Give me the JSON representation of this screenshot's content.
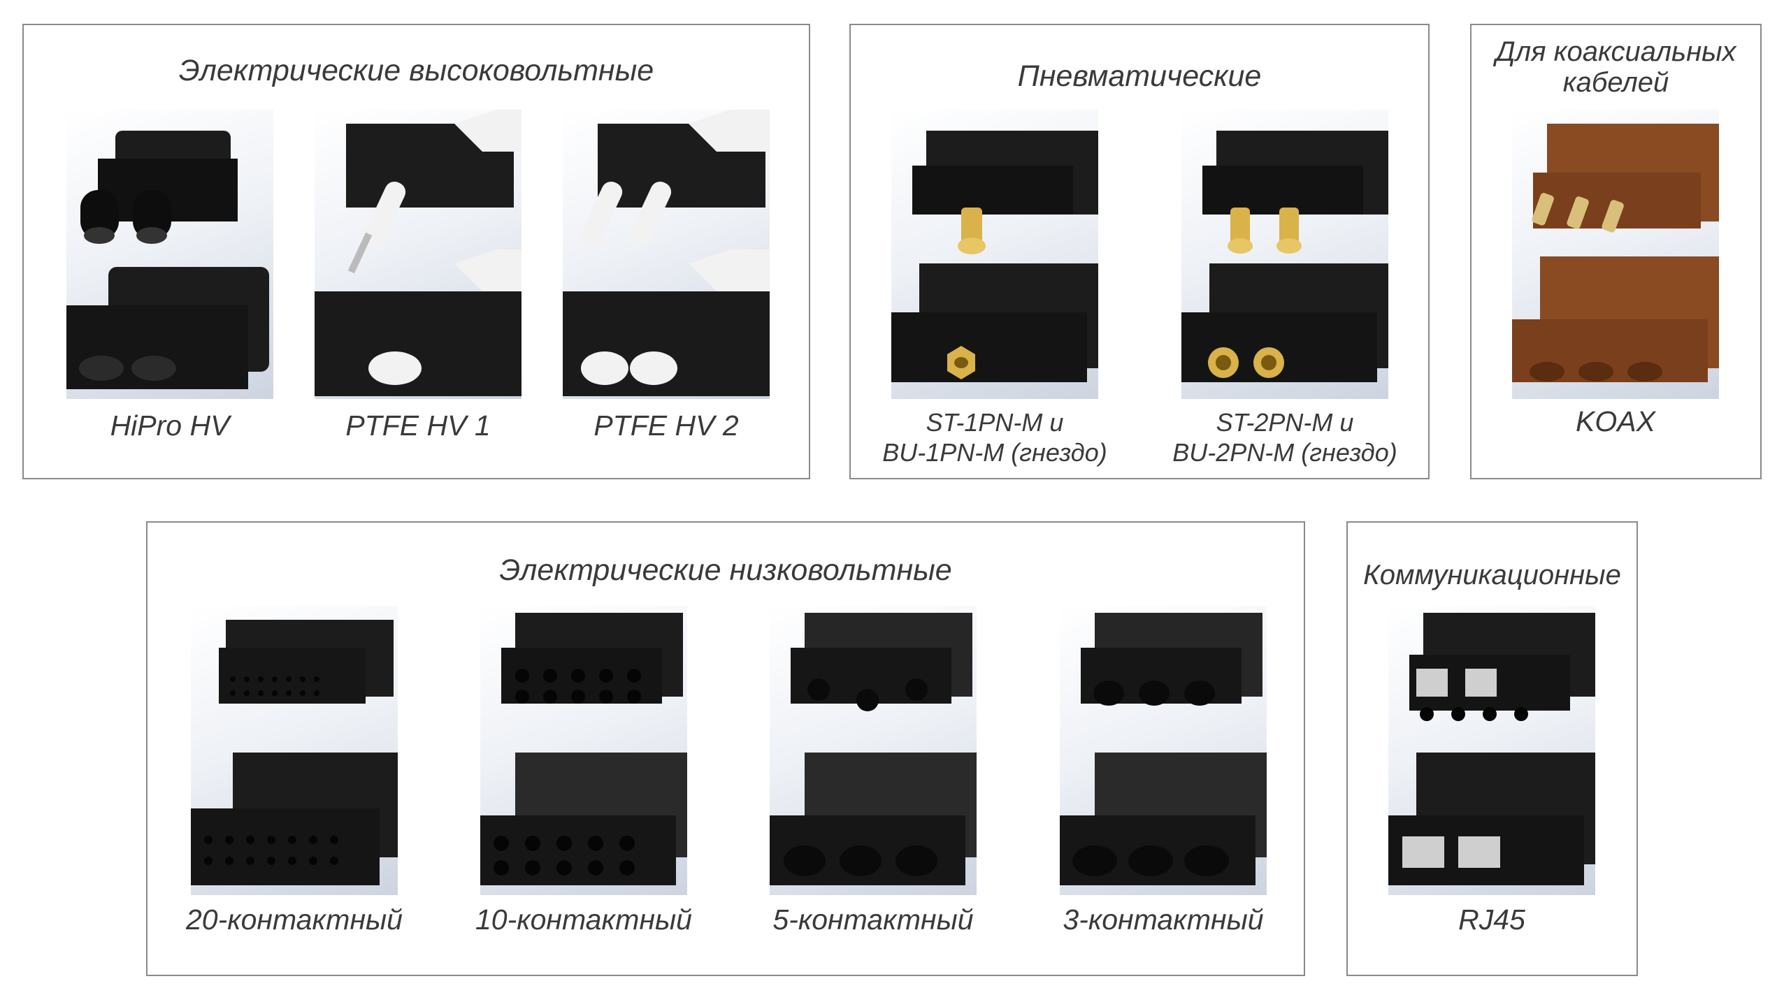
{
  "panels": {
    "hv": {
      "title": "Электрические высоковольтные",
      "items": [
        {
          "caption": "HiPro HV",
          "icon": "hipro-hv-connector-icon"
        },
        {
          "caption": "PTFE HV 1",
          "icon": "ptfe-hv1-connector-icon"
        },
        {
          "caption": "PTFE HV 2",
          "icon": "ptfe-hv2-connector-icon"
        }
      ]
    },
    "pneumatic": {
      "title": "Пневматические",
      "items": [
        {
          "line1": "ST-1PN-M и",
          "line2": "BU-1PN-M (гнездо)",
          "icon": "st-1pn-connector-icon"
        },
        {
          "line1": "ST-2PN-M и",
          "line2": "BU-2PN-M (гнездо)",
          "icon": "st-2pn-connector-icon"
        }
      ]
    },
    "coax": {
      "title_line1": "Для коаксиальных",
      "title_line2": "кабелей",
      "items": [
        {
          "caption": "KOAX",
          "icon": "koax-connector-icon"
        }
      ]
    },
    "lv": {
      "title": "Электрические низковольтные",
      "items": [
        {
          "caption": "20-контактный",
          "icon": "20-contact-connector-icon"
        },
        {
          "caption": "10-контактный",
          "icon": "10-contact-connector-icon"
        },
        {
          "caption": "5-контактный",
          "icon": "5-contact-connector-icon"
        },
        {
          "caption": "3-контактный",
          "icon": "3-contact-connector-icon"
        }
      ]
    },
    "comm": {
      "title": "Коммуникационные",
      "items": [
        {
          "caption": "RJ45",
          "icon": "rj45-connector-icon"
        }
      ]
    }
  },
  "colors": {
    "border": "#8a8a8a",
    "connector_black": "#1c1c1c",
    "connector_brown": "#8a4a22",
    "gold_pin": "#d9b24a",
    "ptfe_white": "#f2f2f2",
    "rj45_grey": "#cfcfcf"
  }
}
